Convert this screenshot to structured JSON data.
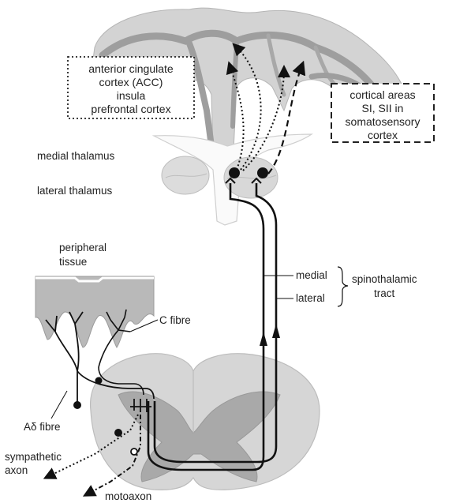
{
  "labels": {
    "box_left": [
      "anterior cingulate",
      "cortex (ACC)",
      "insula",
      "prefrontal cortex"
    ],
    "box_right": [
      "cortical areas",
      "SI, SII in",
      "somatosensory",
      "cortex"
    ],
    "medial_thalamus": "medial thalamus",
    "lateral_thalamus": "lateral thalamus",
    "peripheral_tissue": [
      "peripheral",
      "tissue"
    ],
    "medial": "medial",
    "lateral": "lateral",
    "spinothalamic_tract": [
      "spinothalamic",
      "tract"
    ],
    "c_fibre": "C fibre",
    "a_delta_fibre": "Aδ fibre",
    "sympathetic_axon": [
      "sympathetic",
      "axon"
    ],
    "motoaxon": "motoaxon"
  },
  "colors": {
    "cortex_light": "#d3d3d3",
    "cortex_dark": "#9e9e9e",
    "cord_light": "#d6d6d6",
    "cord_dark": "#a9a9a9",
    "line": "#111111"
  }
}
